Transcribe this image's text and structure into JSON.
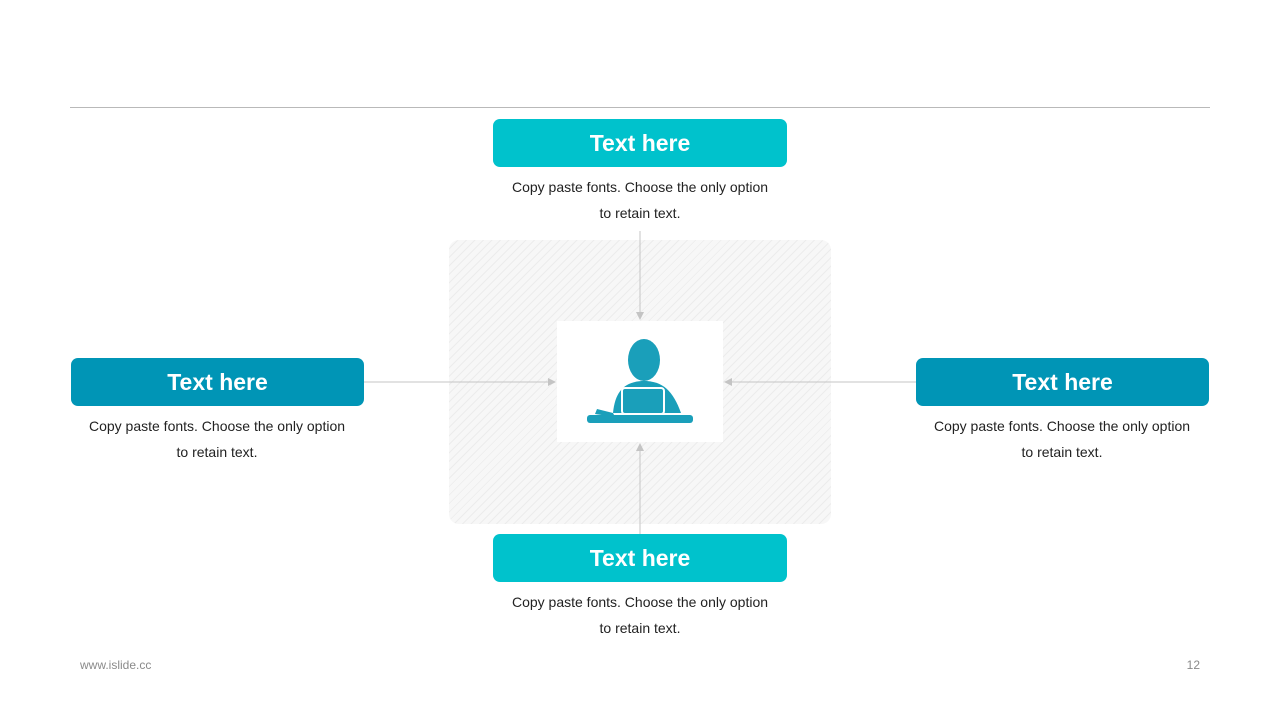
{
  "colors": {
    "accent_light": "#00c2cc",
    "accent_dark": "#0095b6",
    "icon": "#1a9fba",
    "connector": "#c4c4c4",
    "text": "#222222",
    "footer": "#8a8a8a"
  },
  "center": {
    "icon": "person-at-laptop-icon"
  },
  "items": {
    "top": {
      "title": "Text here",
      "line1": "Copy paste fonts. Choose the only option",
      "line2": "to retain text."
    },
    "left": {
      "title": "Text here",
      "line1": "Copy paste fonts. Choose the only option",
      "line2": "to retain text."
    },
    "right": {
      "title": "Text here",
      "line1": "Copy paste fonts. Choose the only option",
      "line2": "to retain text."
    },
    "bottom": {
      "title": "Text here",
      "line1": "Copy paste fonts. Choose the only option",
      "line2": "to retain text."
    }
  },
  "footer": {
    "url": "www.islide.cc",
    "page_number": "12"
  }
}
